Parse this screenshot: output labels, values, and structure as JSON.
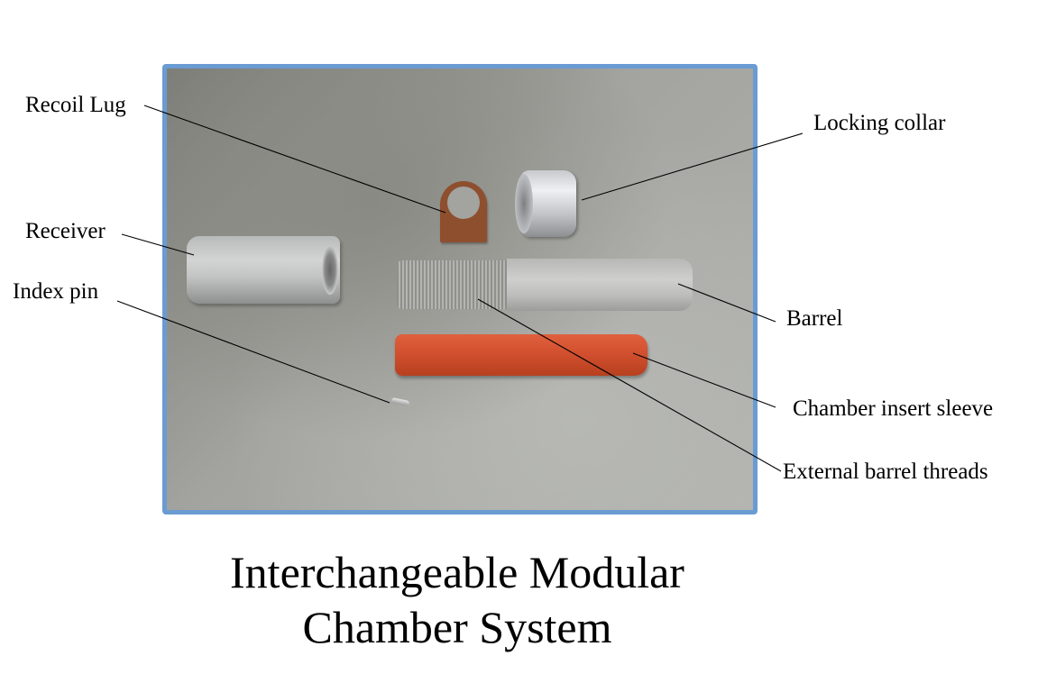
{
  "photo": {
    "description": "Photograph of disassembled modular chamber components on a gray surface",
    "frame_color": "#6a9bd3"
  },
  "callouts": [
    {
      "id": "recoil-lug",
      "label": "Recoil Lug"
    },
    {
      "id": "locking-collar",
      "label": "Locking collar"
    },
    {
      "id": "receiver",
      "label": "Receiver"
    },
    {
      "id": "index-pin",
      "label": "Index pin"
    },
    {
      "id": "barrel",
      "label": "Barrel"
    },
    {
      "id": "chamber-insert-sleeve",
      "label": "Chamber insert sleeve"
    },
    {
      "id": "external-barrel-threads",
      "label": "External barrel threads"
    }
  ],
  "title": {
    "line1": "Interchangeable Modular",
    "line2": "Chamber System"
  }
}
